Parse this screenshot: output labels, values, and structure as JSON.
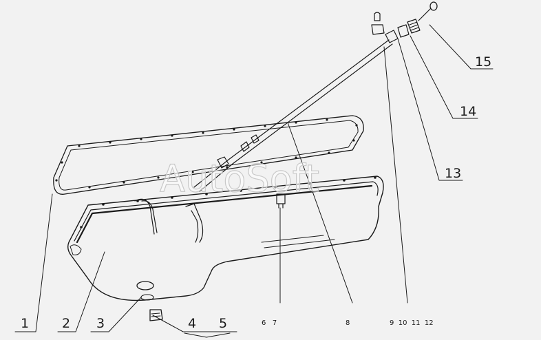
{
  "watermark": "AutoSoft",
  "callouts": {
    "c1": "1",
    "c2": "2",
    "c3": "3",
    "c4": "4",
    "c5": "5",
    "c67": "6   7",
    "c8": "8",
    "c9_12": "9  10  11  12",
    "c13": "13",
    "c14": "14",
    "c15": "15"
  }
}
